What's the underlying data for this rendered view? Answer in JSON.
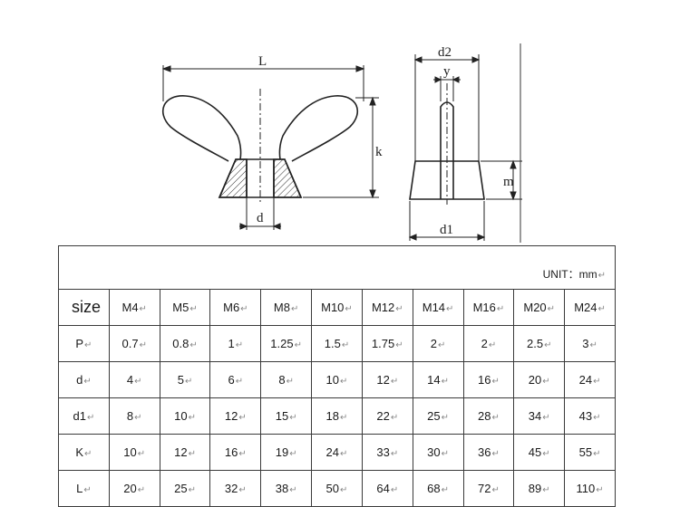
{
  "drawing": {
    "labels": {
      "L": "L",
      "k": "k",
      "d": "d",
      "d2": "d2",
      "y": "y",
      "m": "m",
      "d1": "d1"
    }
  },
  "table": {
    "unit": "UNIT：mm",
    "size_label": "size",
    "sizes": [
      "M4",
      "M5",
      "M6",
      "M8",
      "M10",
      "M12",
      "M14",
      "M16",
      "M20",
      "M24"
    ],
    "rows": [
      {
        "label": "P",
        "values": [
          "0.7",
          "0.8",
          "1",
          "1.25",
          "1.5",
          "1.75",
          "2",
          "2",
          "2.5",
          "3"
        ]
      },
      {
        "label": "d",
        "values": [
          "4",
          "5",
          "6",
          "8",
          "10",
          "12",
          "14",
          "16",
          "20",
          "24"
        ]
      },
      {
        "label": "d1",
        "values": [
          "8",
          "10",
          "12",
          "15",
          "18",
          "22",
          "25",
          "28",
          "34",
          "43"
        ]
      },
      {
        "label": "K",
        "values": [
          "10",
          "12",
          "16",
          "19",
          "24",
          "33",
          "30",
          "36",
          "45",
          "55"
        ]
      },
      {
        "label": "L",
        "values": [
          "20",
          "25",
          "32",
          "38",
          "50",
          "64",
          "68",
          "72",
          "89",
          "110"
        ]
      }
    ]
  }
}
